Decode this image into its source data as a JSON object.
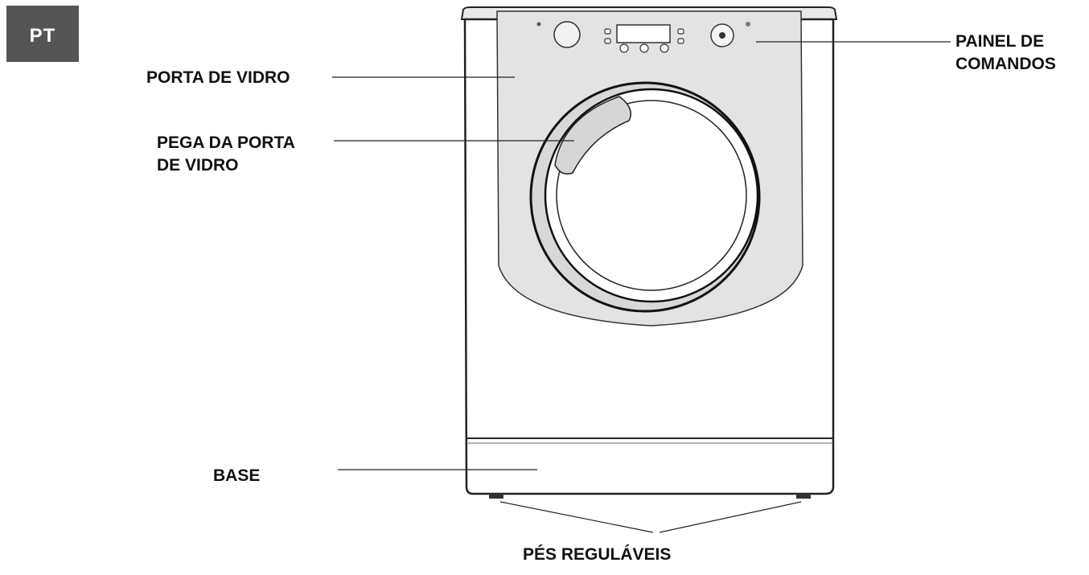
{
  "badge": "PT",
  "labels": {
    "porta_vidro": "PORTA DE VIDRO",
    "pega_line1": "PEGA DA PORTA",
    "pega_line2": "DE VIDRO",
    "painel_line1": "PAINEL DE",
    "painel_line2": "COMANDOS",
    "base": "BASE",
    "pes": "PÉS REGULÁVEIS"
  },
  "colors": {
    "badge_bg": "#555555",
    "panel_fill": "#e3e3e3",
    "outline": "#222222"
  }
}
